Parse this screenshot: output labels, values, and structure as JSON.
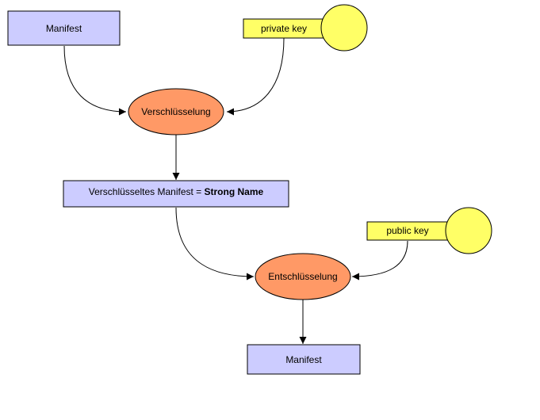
{
  "diagram": {
    "manifest_top": "Manifest",
    "private_key": "private key",
    "encryption": "Verschlüsselung",
    "encrypted_prefix": "Verschlüsseltes Manifest = ",
    "encrypted_bold": "Strong Name",
    "public_key": "public key",
    "decryption": "Entschlüsselung",
    "manifest_bottom": "Manifest"
  },
  "colors": {
    "box_fill": "#ccccff",
    "ellipse_fill": "#ff9966",
    "key_fill": "#ffff66",
    "stroke": "#000000"
  }
}
